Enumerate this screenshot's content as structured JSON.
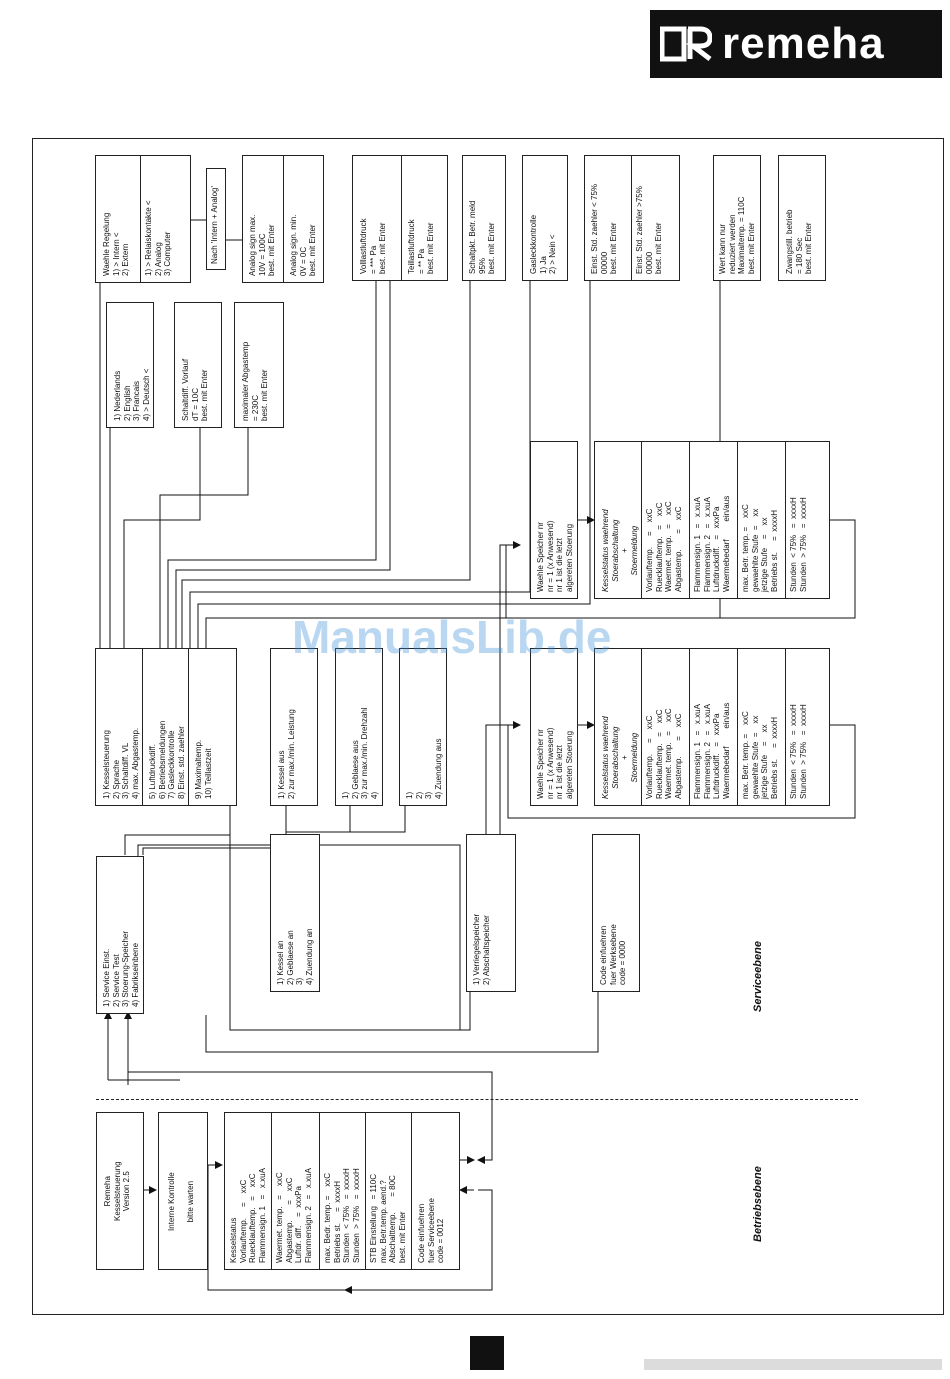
{
  "brand": {
    "name": "remeha"
  },
  "watermark": "ManualsLib.de",
  "levels": {
    "service": "Serviceebene",
    "operation": "Betriebsebene"
  },
  "boxes": {
    "waehle_regelung": {
      "part1": "Waehle Regelung\n1) > Intern <\n2) Extern",
      "part2": "1) > Relaiskontakte <\n2) Analog\n3) Computer"
    },
    "nach_intern": "Nach 'Intern + Analog'",
    "analog_sign": {
      "part1": "Analog sign max.\n10V = 100C\nbest. mit Enter",
      "part2": "Analog sign. min.\n0V = 0C\nbest. mit Enter"
    },
    "sprache": "1) Nederlands\n2) English\n3) Francais\n4) > Deutsch <",
    "schaltdiff": "Schaltdiff. Vorlauf\ndT = 10C\nbest. mit Enter",
    "max_abgastemp": "maximaler Abgastemp\n= 230C\nbest. mit Enter",
    "luftdruck": {
      "part1": "Volllastluftdruck\n= *** Pa\nbest. mit Enter",
      "part2": "Teillastluftdruck\n= ** Pa\nbest. mit Enter"
    },
    "schaltpkt": "Schaltpkt. Betr. meld\n95%\nbest. mit Enter",
    "gasleck": "Gasleckkontrolle\n1) Ja\n2) > Nein <",
    "std_zaehler": {
      "part1": "Einst. Std. zaehler < 75%\n00000\nbest. mit Enter",
      "part2": "Einst. Std. zaehler >75%\n00000\nbest. mit Enter"
    },
    "wert_reduziert": "Wert kann nur\nreduziert werden\nMaximaltemp. = 110C\nbest. mit Enter",
    "zwangsstill": "Zwangstill. betrieb\n= 180 Sec\nbest. mit Enter",
    "einst_menu": {
      "part1": "1) Kesselsteuerung\n2) Sprache\n3) Schaltdiff. VL\n4) max. Abgastemp.",
      "part2": "5) Luftdruckdiff.\n6) Betriebsmeldungen\n7) Gasleckkontrolle\n8) Einst. std. zaehler",
      "part3": "9) Maximaltemp.\n10) Teillastzeit"
    },
    "kessel_aus": "1) Kessel aus\n2) zur max./min. Leistung",
    "geblaese_aus": "1)\n2) Geblaese aus\n3) zur max./min. Drehzahl\n4)",
    "zuendung_aus": "1)\n2)\n3)\n4) Zuendung aus",
    "speicher_top": "Waehle Speicher nr\nnr = 1 (x Anwesend)\nnr 1 ist die letzt\nalgereten Stoerung",
    "speicher_bottom": "Waehle Speicher nr\nnr = 1 (x Anwesend)\nnr 1 ist die letzt\nalgereten Stoerung",
    "kesselstatus_stoer": {
      "head": "Kesselstatus waehrend\nStoerabschaltung\n+\nStoermeldung",
      "g1": "Vorlauftemp.     =    xxC\nRuecklauftemp.   =    xxC\nWaermet. temp.   =    xxC\nAbgastemp.       =    xxC",
      "g2": "Flammensign. 1   =   x.xuA\nFlammensign. 2   =   x.xuA\nLuftdruckdiff.   =   xxxPa\nWaermebedarf        ein/aus",
      "g3": "max. Betr. temp. =    xxC\ngewaehlte Stufe  =    xx\njetzige Stufe    =    xx\nBetriebs st.     =  xxxxH",
      "g4": "Stunden  < 75%   =  xxxxH\nStunden  > 75%   =  xxxxH"
    },
    "service_menu": "1) Service Einst.\n2) Service Test\n3) Stoerung-Speicher\n4) Fabrikseinbene",
    "test_menu": "1) Kessel an\n2) Geblaese an\n3)\n4) Zuendung an",
    "speicher_menu": "1) Verriegelspeicher\n2) Abschaltspeicher",
    "code_werk": "Code einfuehren\nfuer Werksebene\ncode = 0000",
    "remeha_ver": "Remeha\nKesselsteuerung\nVersion 2.5",
    "interne": "Interne Kontrolle\n\nbitte warten",
    "kesselstatus": {
      "g1": "Kesselstatus\nVorlauftemp.     =    xxC\nRuecklauftemp.   =    xxC\nFlammensign. 1   =   x.xuA",
      "g2": "Waermet. temp.   =    xxC\nAbgastemp.       =    xxC\nLuftdr. diff.    =  xxxPa\nFlammensign. 2   =   x.xuA",
      "g3": "max. Bedr. temp. =    xxC\nBetriebs st.     =  xxxxH\nStunden  < 75%   =  xxxxH\nStunden  > 75%   =  xxxxH",
      "g4": "STB Einstellung   = 110C\nmax. Betr.temp. aend.?\nAbschalttemp.       = 80C\nbest. mit Enter",
      "g5": "Code einfuehren\nfuer Serviceebene\ncode = 0012"
    }
  }
}
